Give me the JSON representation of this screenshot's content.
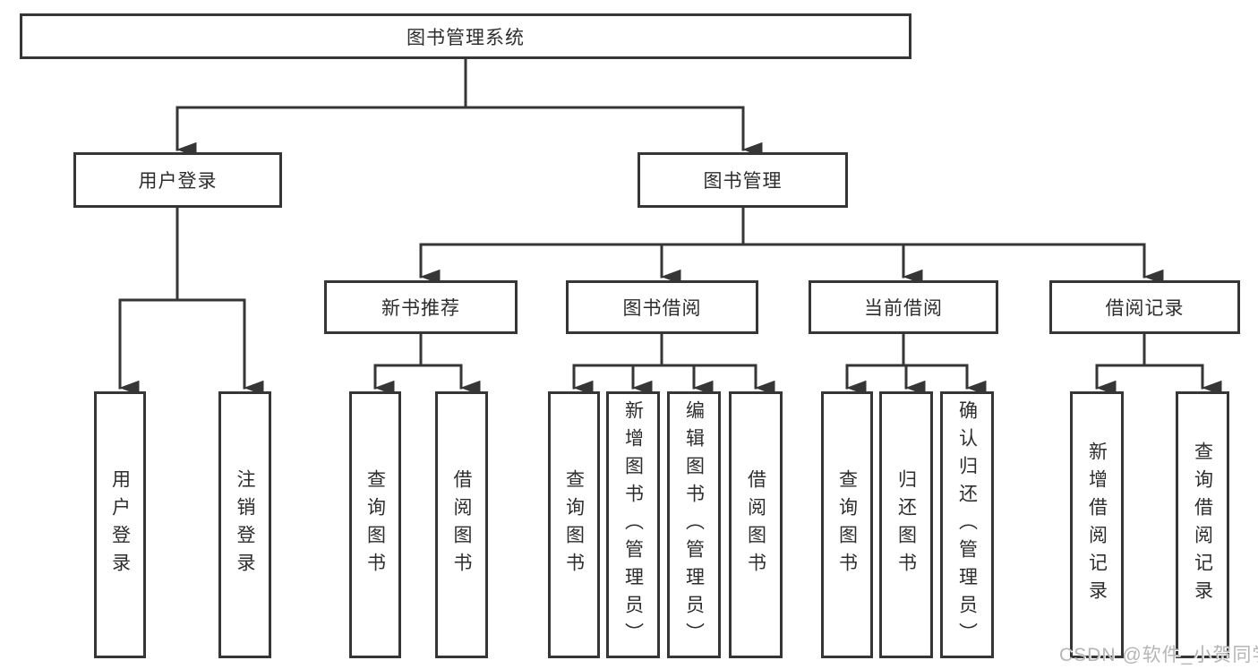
{
  "tree": {
    "root": {
      "label": "图书管理系统"
    },
    "branches": [
      {
        "label": "用户登录",
        "children": [
          {
            "label": "用户登录"
          },
          {
            "label": "注销登录"
          }
        ]
      },
      {
        "label": "图书管理",
        "children": [
          {
            "label": "新书推荐",
            "children": [
              {
                "label": "查询图书"
              },
              {
                "label": "借阅图书"
              }
            ]
          },
          {
            "label": "图书借阅",
            "children": [
              {
                "label": "查询图书"
              },
              {
                "label": "新增图书（管理员）"
              },
              {
                "label": "编辑图书（管理员）"
              },
              {
                "label": "借阅图书"
              }
            ]
          },
          {
            "label": "当前借阅",
            "children": [
              {
                "label": "查询图书"
              },
              {
                "label": "归还图书"
              },
              {
                "label": "确认归还（管理员）"
              }
            ]
          },
          {
            "label": "借阅记录",
            "children": [
              {
                "label": "新增借阅记录"
              },
              {
                "label": "查询借阅记录"
              }
            ]
          }
        ]
      }
    ]
  },
  "watermark": "CSDN @软件_小贺同学",
  "colors": {
    "line": "#363636",
    "text": "#2d2d2d",
    "watermark": "#b5b5b5",
    "background": "#ffffff"
  }
}
